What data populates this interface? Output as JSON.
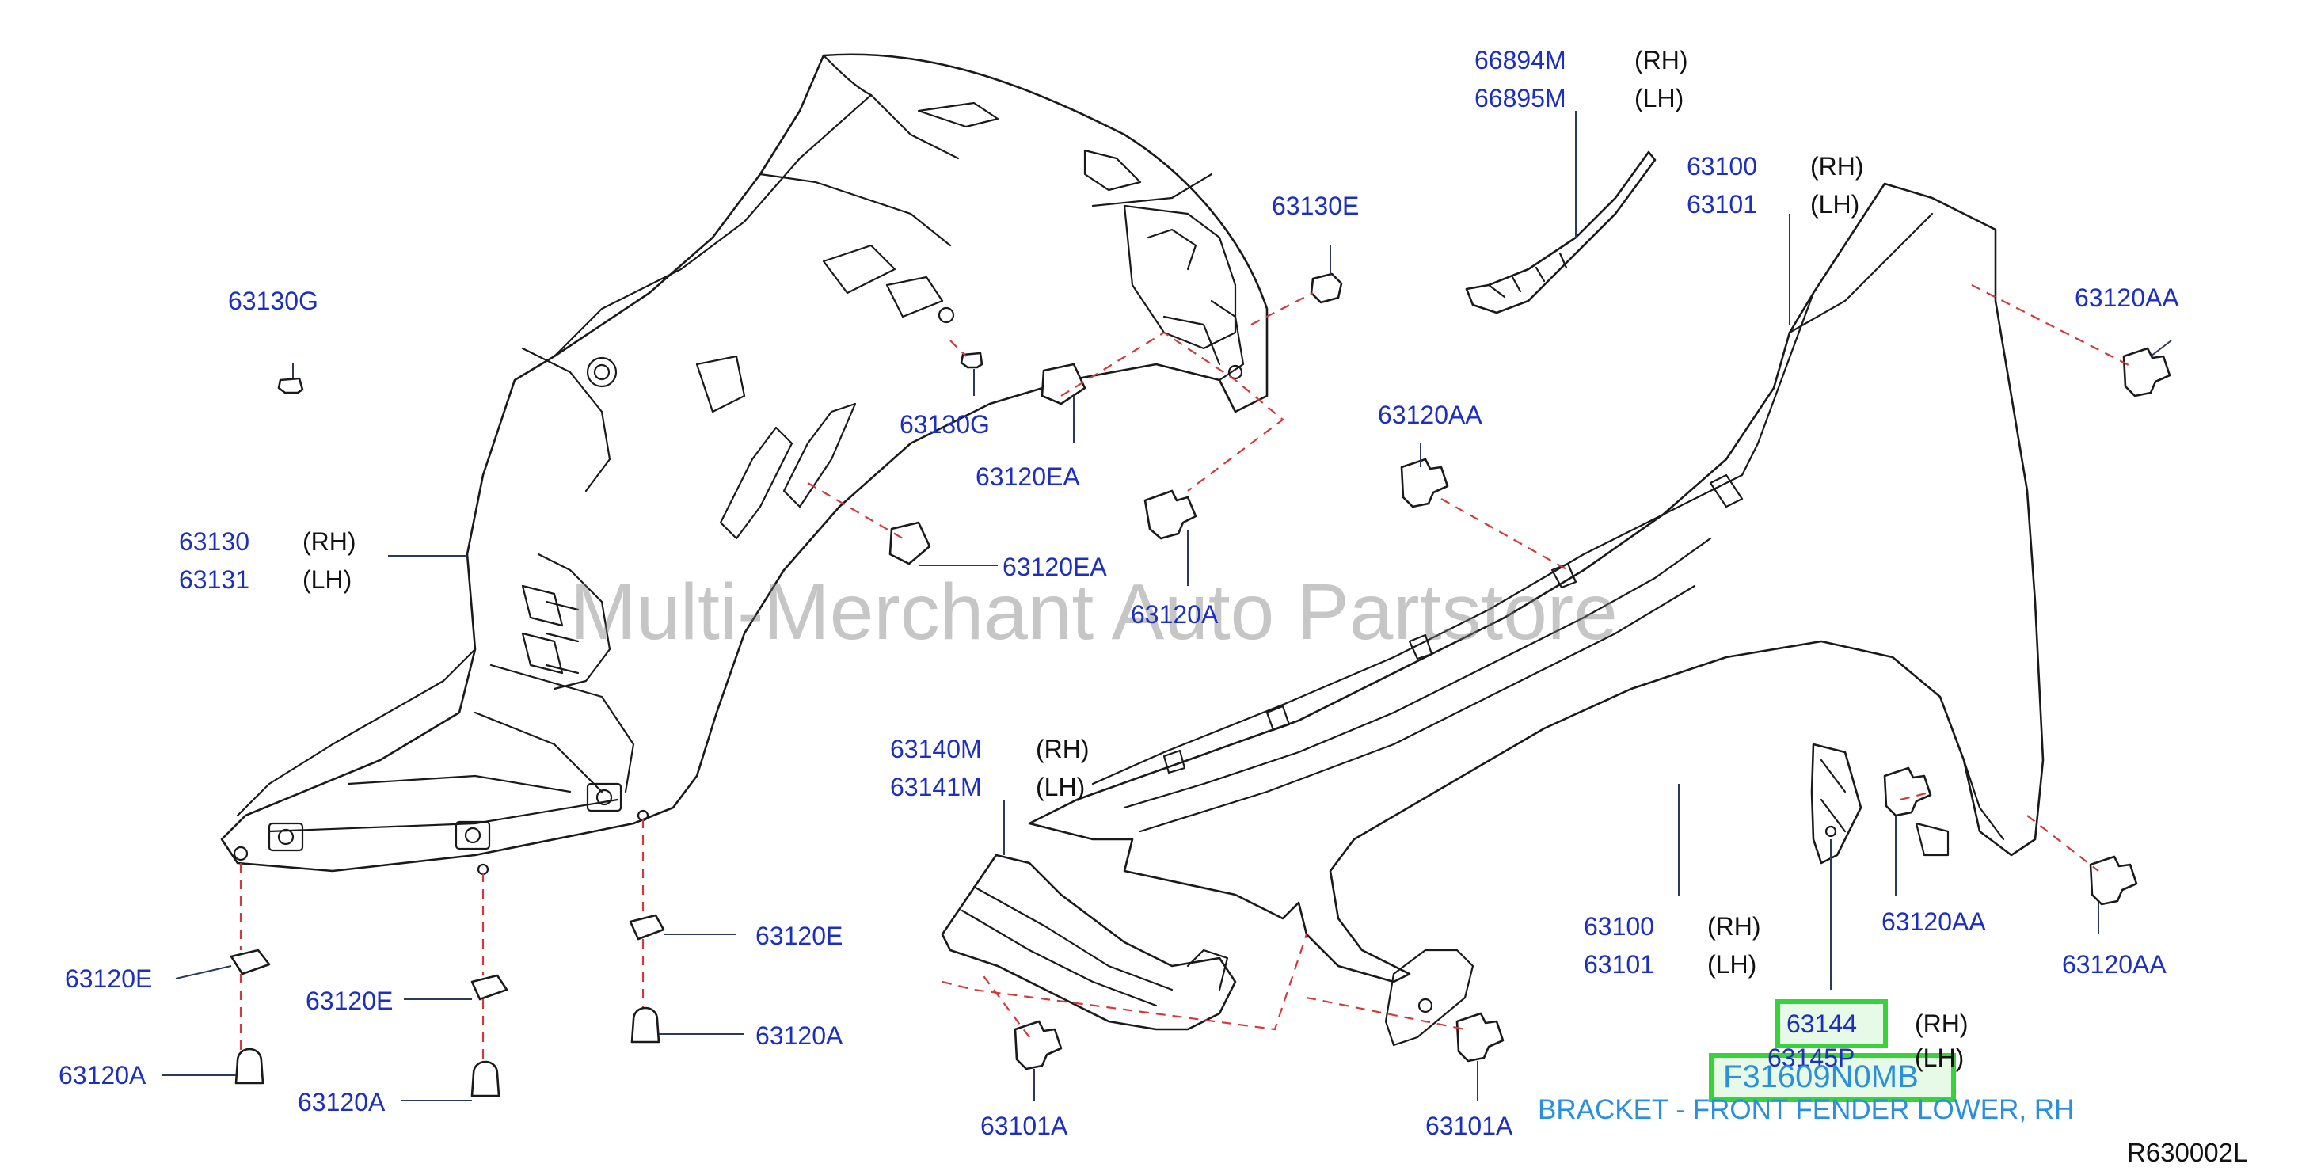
{
  "watermark": "Multi-Merchant Auto Partstore",
  "drawing_code": "R630002L",
  "highlight": {
    "part_number": "63144",
    "sku": "F31609N0MB",
    "description": "BRACKET - FRONT FENDER LOWER, RH"
  },
  "sides": {
    "rh": "(RH)",
    "lh": "(LH)"
  },
  "callouts": {
    "c66894m": "66894M",
    "c66895m": "66895M",
    "c63100_top": "63100",
    "c63101_top": "63101",
    "c63130e": "63130E",
    "c63120aa_top_right": "63120AA",
    "c63130g_left": "63130G",
    "c63130g_mid": "63130G",
    "c63120ea_upper": "63120EA",
    "c63120aa_mid": "63120AA",
    "c63130": "63130",
    "c63131": "63131",
    "c63120ea_lower": "63120EA",
    "c63120a_mid": "63120A",
    "c63140m": "63140M",
    "c63141m": "63141M",
    "c63120aa_bracket": "63120AA",
    "c63100_bottom": "63100",
    "c63101_bottom": "63101",
    "c63120aa_bottom_right": "63120AA",
    "c63120e_right": "63120E",
    "c63120e_left": "63120E",
    "c63120e_center": "63120E",
    "c63120a_right": "63120A",
    "c63120a_left": "63120A",
    "c63120a_center": "63120A",
    "c63145p": "63145P",
    "c63101a_left": "63101A",
    "c63101a_right": "63101A"
  }
}
